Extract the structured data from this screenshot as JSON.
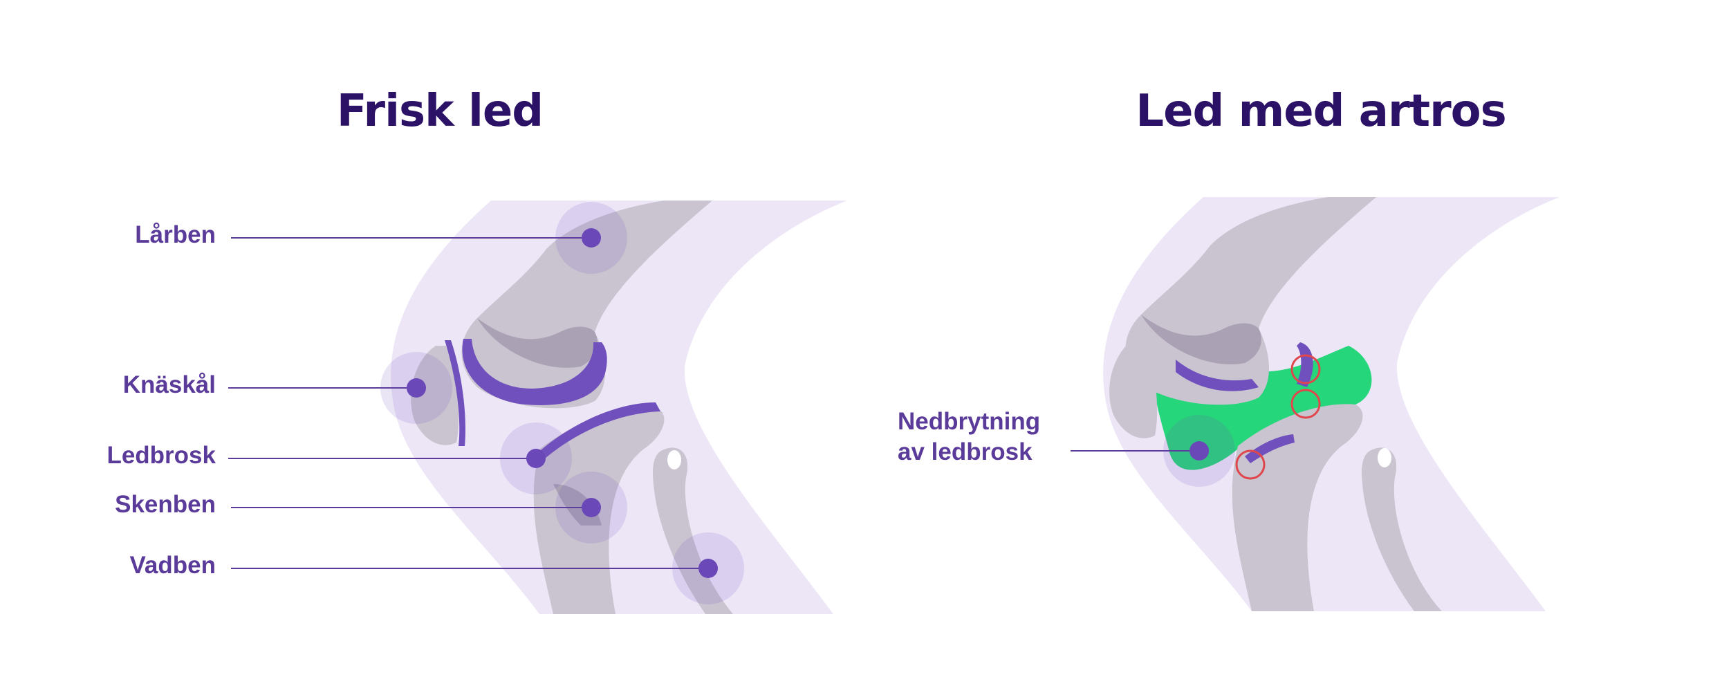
{
  "titles": {
    "healthy": "Frisk led",
    "arthritis": "Led med artros"
  },
  "labels": {
    "femur": "Lårben",
    "kneecap": "Knäskål",
    "cartilage": "Ledbrosk",
    "tibia": "Skenben",
    "fibula": "Vadben",
    "breakdown_line1": "Nedbrytning",
    "breakdown_line2": "av ledbrosk"
  },
  "colors": {
    "title": "#2c1266",
    "label": "#5a3b9a",
    "cartilage": "#7050bd",
    "bone": "#c9c4d0",
    "bone_shadow": "#aaa2b4",
    "tissue": "#ede6f7",
    "inflammation": "#26d67a",
    "damage_ring": "#e0474c"
  }
}
